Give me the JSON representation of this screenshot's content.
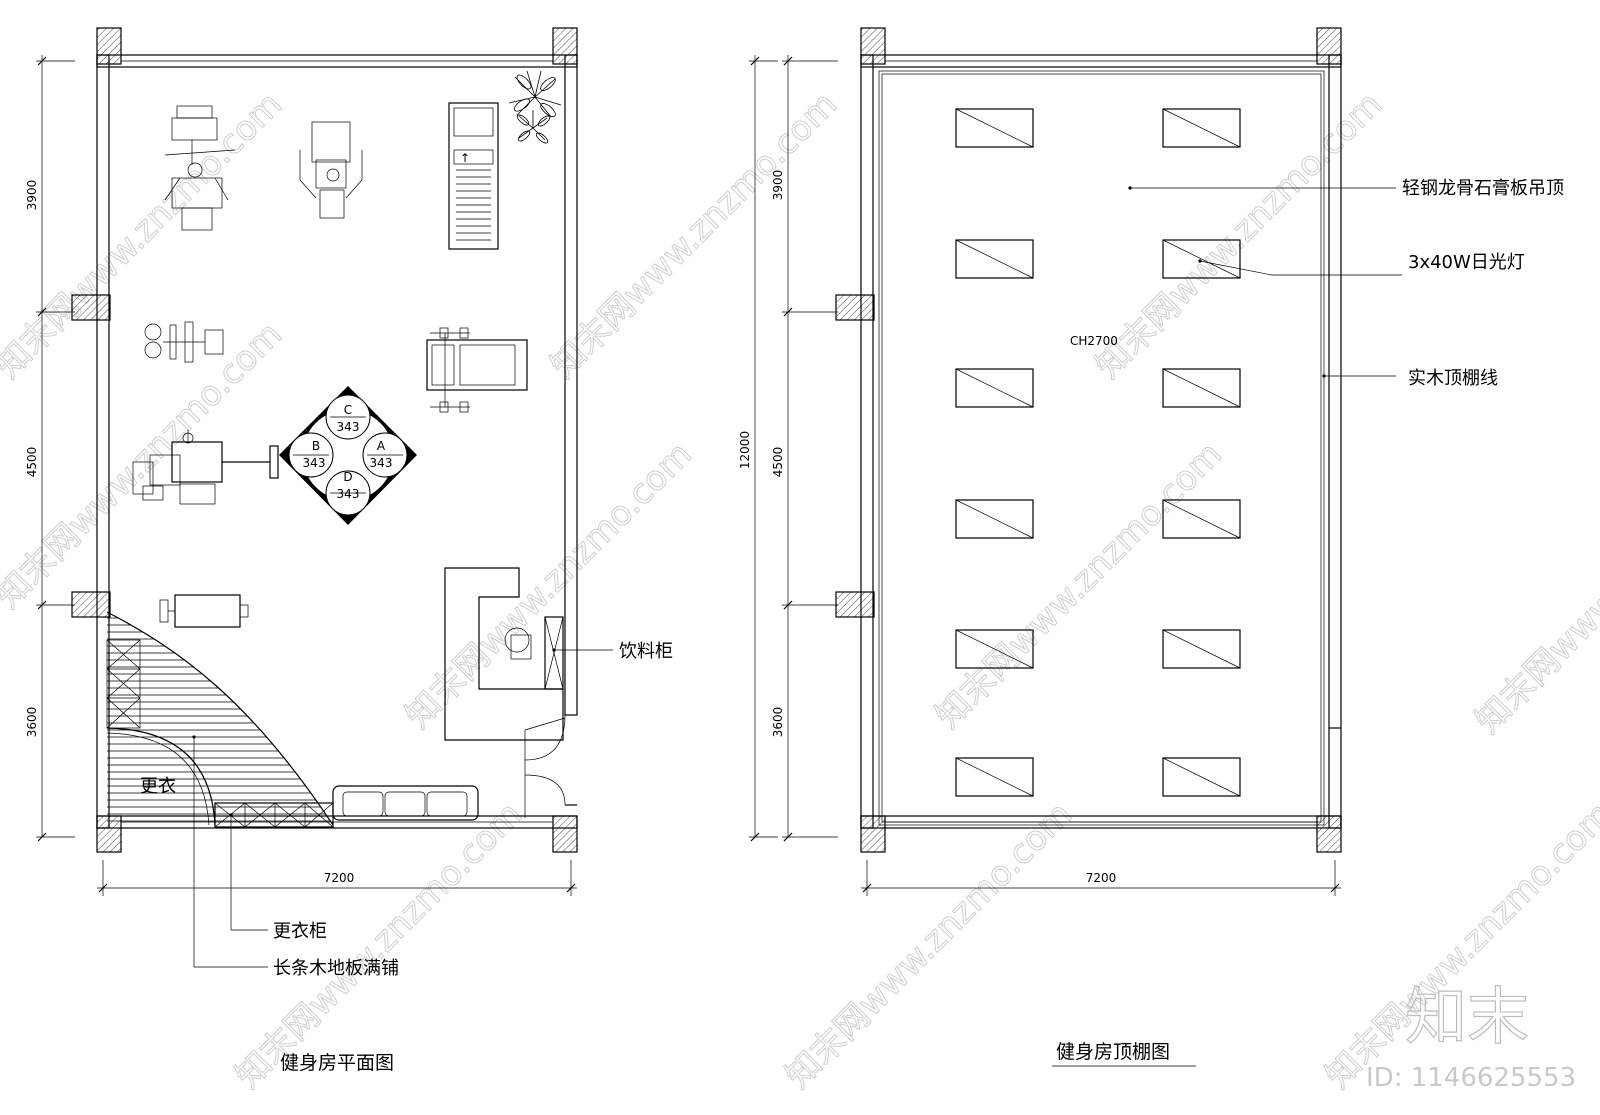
{
  "plan": {
    "title": "健身房平面图",
    "dims": {
      "seg1": "3900",
      "seg2": "4500",
      "seg3": "3600",
      "width": "7200"
    },
    "labels": {
      "locker": "更衣柜",
      "flooring": "长条木地板满铺",
      "drinks_cabinet": "饮料柜",
      "changing_room": "更衣"
    },
    "table_seats": {
      "a_letter": "A",
      "a_num": "343",
      "b_letter": "B",
      "b_num": "343",
      "c_letter": "C",
      "c_num": "343",
      "d_letter": "D",
      "d_num": "343"
    }
  },
  "ceiling": {
    "title": "健身房顶棚图",
    "dims": {
      "total": "12000",
      "seg1": "3900",
      "seg2": "4500",
      "seg3": "3600",
      "width": "7200"
    },
    "height_mark": "CH2700",
    "labels": {
      "gypsum_ceiling": "轻钢龙骨石膏板吊顶",
      "fluorescent": "3x40W日光灯",
      "wood_trim": "实木顶棚线"
    }
  },
  "watermark": {
    "text": "知末网www.znzmo.com",
    "logo": "知末",
    "id": "ID: 1146625553"
  }
}
